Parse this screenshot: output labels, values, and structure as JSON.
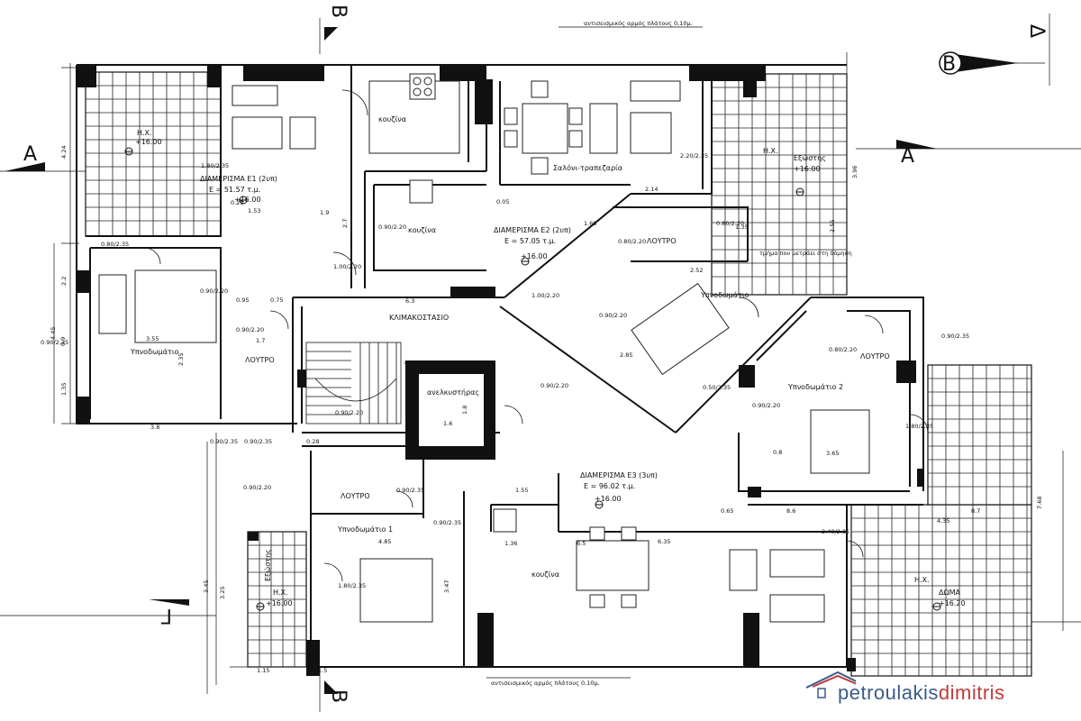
{
  "sections": {
    "top_b": "B",
    "bottom_b": "B",
    "left_a": "A",
    "right_a": "A",
    "top_right_delta": "Δ",
    "bottom_left_gamma": "Γ",
    "compass": "B"
  },
  "notes": {
    "joint_top": "αντισεισμικός αρμός πλάτους 0,10μ.",
    "joint_bottom": "αντισεισμικός αρμός πλάτους 0,10μ.",
    "part_not_in_plot": "τμήμα που μετράει στη δόμηση"
  },
  "apartments": {
    "e1": {
      "label": "ΔΙΑΜΕΡΙΣΜΑ Ε1 (2υπ)",
      "area": "Ε = 51.57 τ.μ.",
      "level": "+16.00"
    },
    "e2": {
      "label": "ΔΙΑΜΕΡΙΣΜΑ Ε2 (2υπ)",
      "area": "Ε = 57.05 τ.μ.",
      "level": "+16.00"
    },
    "e3": {
      "label": "ΔΙΑΜΕΡΙΣΜΑ Ε3 (3υπ)",
      "area": "Ε = 96.02 τ.μ.",
      "level": "+16.00"
    }
  },
  "rooms": {
    "kitchen_top": "κουζίνα",
    "kitchen_mid": "κουζίνα",
    "kitchen_bottom": "κουζίνα",
    "living_dining": "Σαλόνι-τραπεζαρία",
    "stairwell": "ΚΛΙΜΑΚΟΣΤΑΣΙΟ",
    "elevator": "ανελκυστήρας",
    "bath_left": "ΛΟΥΤΡΟ",
    "bath_e2": "ΛΟΥΤΡΟ",
    "bath_right": "ΛΟΥΤΡΟ",
    "bath_bottom": "ΛΟΥΤΡΟ",
    "bed_left": "Υπνοδωμάτιο",
    "bed_e2": "Υπνοδωμάτιο",
    "bed_right_2": "Υπνοδωμάτιο 2",
    "bed_bottom_1": "Υπνοδωμάτιο 1",
    "balcony_top_left": "Η.Χ.",
    "balcony_top_left_lvl": "+16.00",
    "balcony_top_right": "Η.Χ.",
    "balcony_top_right_name": "Εξώστης",
    "balcony_top_right_lvl": "+16.00",
    "balcony_bottom_left": "Η.Χ.",
    "balcony_bottom_left_name": "Εξώστης",
    "balcony_bottom_left_lvl": "+16.00",
    "balcony_bottom_right": "Η.Χ.",
    "balcony_bottom_right_name": "ΔΩΜΑ",
    "balcony_bottom_right_lvl": "+16.20"
  },
  "dimensions": {
    "d_424": "4.24",
    "d_445": "4.45",
    "d_22": "2.2",
    "d_09": "0.9",
    "d_135": "1.35",
    "d_38": "3.8",
    "d_355": "3.55",
    "d_235": "2.35",
    "d_19": "1.9",
    "d_153": "1.53",
    "d_27": "2.7",
    "d_63": "6.3",
    "d_214": "2.14",
    "d_252": "2.52",
    "d_325": "3.25",
    "d_435": "4.35",
    "d_768": "7.68",
    "d_87": "8.7",
    "d_86": "8.6",
    "d_635": "6.35",
    "d_485": "4.85",
    "d_347": "3.47",
    "d_345": "3.45",
    "d_115": "1.15",
    "d_15": "1.5",
    "d_065": "0.65",
    "d_16": "1.6",
    "d_18": "1.8",
    "d_396": "3.96",
    "d_005": "0.05",
    "d_255": "2.55",
    "d_025": "0.25",
    "d_155": "1.55",
    "d_365": "3.65",
    "d_136": "1.36",
    "d_169": "1.69",
    "d_135b": "1.35",
    "d_095": "0.95",
    "d_075": "0.75",
    "d_028": "0.28",
    "d_285": "2.85",
    "d_17": "1.7",
    "d_08": "0.8",
    "d_65": "6.5"
  },
  "openings": {
    "o1": "0.80/2.35",
    "o2": "1.80/2.35",
    "o3": "0.90/2.20",
    "o4": "0.90/2.20",
    "o5": "0.90/2.35",
    "o6": "1.00/2.20",
    "o7": "2.20/2.35",
    "o8": "0.80/2.20",
    "o9": "0.90/2.20",
    "o10": "1.00/2.20",
    "o11": "0.90/2.20",
    "o12": "0.90/2.20",
    "o13": "0.80/2.20",
    "o14": "0.90/2.20",
    "o15": "1.80/2.35",
    "o16": "0.90/2.35",
    "o17": "0.90/2.35",
    "o18": "0.90/2.35",
    "o19": "0.90/2.20",
    "o20": "0.90/2.35",
    "o21": "1.80/2.35",
    "o22": "2.40/2.35",
    "o23": "0.90/2.35",
    "o24": "0.50/2.35",
    "o25": "0.90/2.35",
    "o26": "0.90/2.20",
    "o27": "0.80/2.20"
  },
  "watermark": {
    "part1": "petroulakis",
    "part2": "dimitris"
  }
}
